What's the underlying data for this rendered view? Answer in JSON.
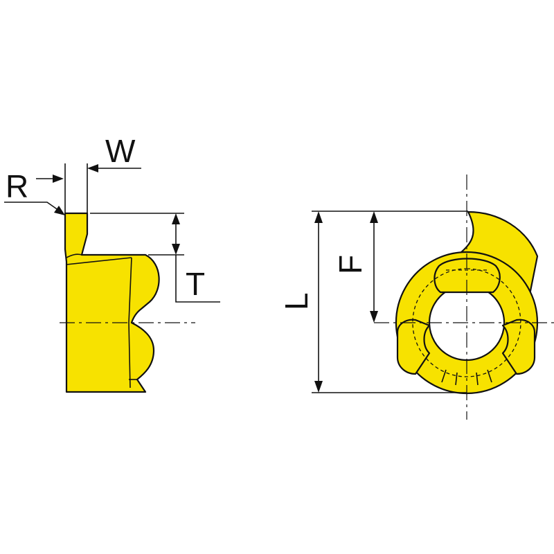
{
  "diagram": {
    "labels": {
      "r": "R",
      "w": "W",
      "t": "T",
      "l": "L",
      "f": "F"
    },
    "colors": {
      "part_fill": "#f7e200",
      "line": "#111111",
      "background": "#ffffff"
    }
  }
}
